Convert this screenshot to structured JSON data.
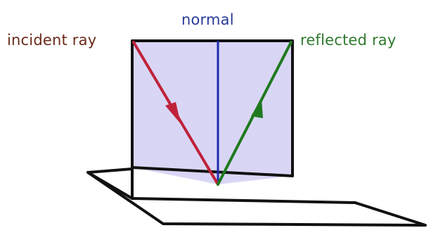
{
  "labels": {
    "incident_ray": "incident ray",
    "normal": "normal",
    "reflected_ray": "reflected ray"
  },
  "colors": {
    "incident_ray": "#c0213a",
    "normal": "#1c2bb0",
    "reflected_ray": "#1f7a1f",
    "plane_fill": "#d9d6f5",
    "outline": "#111111",
    "label_incident": "#6a2a1a",
    "label_normal": "#2a3a9a",
    "label_reflected": "#2f7a2f"
  }
}
